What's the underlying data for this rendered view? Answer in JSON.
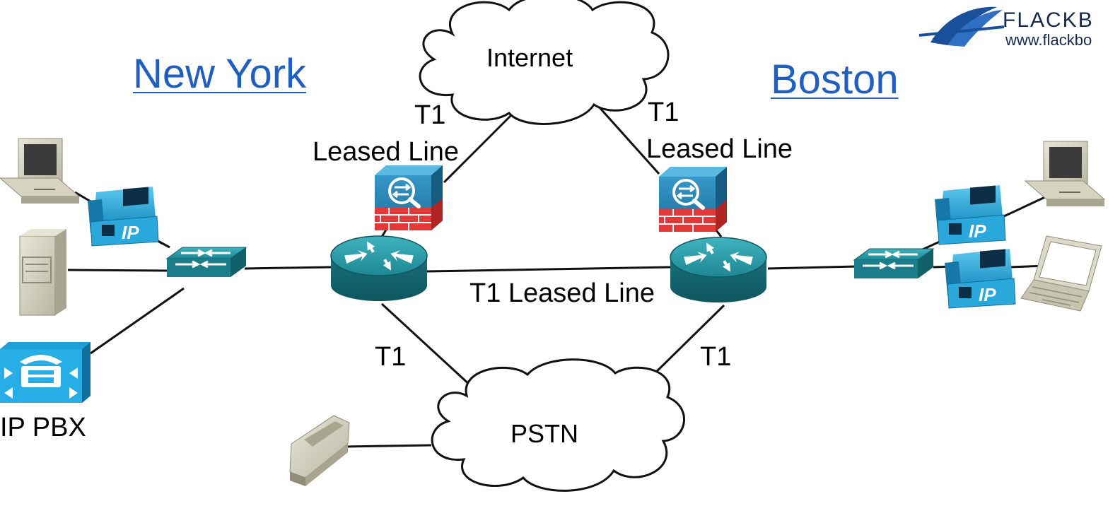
{
  "sites": {
    "left": "New York",
    "right": "Boston"
  },
  "clouds": {
    "internet": "Internet",
    "pstn": "PSTN"
  },
  "links": {
    "ny_internet_type": "T1",
    "ny_internet_kind": "Leased Line",
    "boston_internet_type": "T1",
    "boston_internet_kind": "Leased Line",
    "router_link": "T1 Leased Line",
    "ny_pstn": "T1",
    "boston_pstn": "T1"
  },
  "devices": {
    "ip_pbx": "IP PBX",
    "ip_phone_badge": "IP"
  },
  "logo": {
    "name": "FLACKB",
    "url": "www.flackbo"
  },
  "icons": [
    "pc-icon",
    "ip-phone-icon",
    "server-icon",
    "ip-pbx-icon",
    "switch-icon",
    "router-icon",
    "firewall-icon",
    "analog-phone-icon",
    "laptop-icon",
    "cloud-icon"
  ],
  "colors": {
    "cisco_teal": "#1c7f8c",
    "firewall_blue": "#2a86b3",
    "firewall_red": "#e23838",
    "phone_blue": "#2aa8dc",
    "site_blue": "#1f5fbf"
  }
}
